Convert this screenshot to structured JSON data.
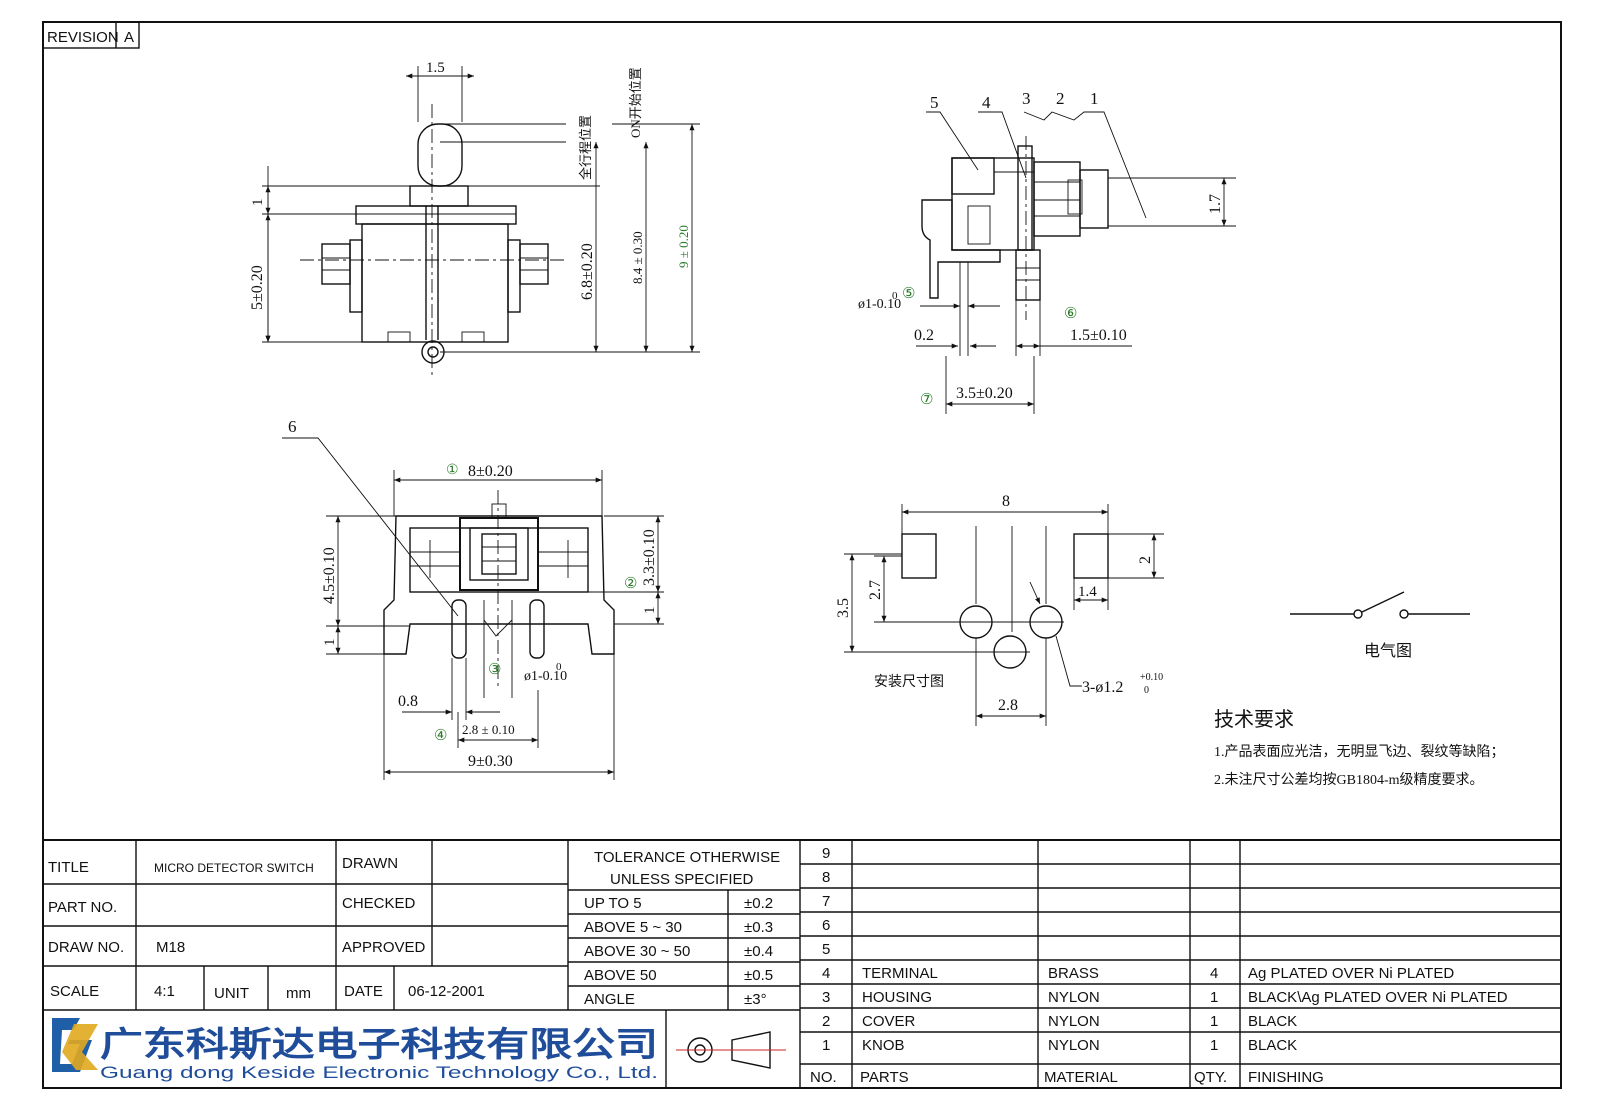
{
  "revision": {
    "label": "REVISION",
    "value": "A"
  },
  "front_view": {
    "dim_top": "1.5",
    "dim_travel": "1",
    "dim_body": "5±0.20",
    "dim_68": "6.8±0.20",
    "dim_84": "8.4 ± 0.30",
    "dim_9": "9 ± 0.20",
    "label_full": "全行程位置",
    "label_on": "ON开始位置"
  },
  "side_view": {
    "callouts": [
      "5",
      "4",
      "3",
      "2",
      "1"
    ],
    "dim_17": "1.7",
    "dim_pin": "ø1-0.10",
    "pin_zero": "0",
    "mark5": "⑤",
    "dim_02": "0.2",
    "mark6": "⑥",
    "dim_15": "1.5±0.10",
    "mark7": "⑦",
    "dim_35": "3.5±0.20"
  },
  "bottom_view": {
    "callout6": "6",
    "mark1": "①",
    "dim_8": "8±0.20",
    "dim_45": "4.5±0.10",
    "dim_33": "3.3±0.10",
    "mark2": "②",
    "dim_1a": "1",
    "dim_1b": "1",
    "mark3": "③",
    "dim_pin": "ø1-0.10",
    "pin_zero": "0",
    "dim_08": "0.8",
    "mark4": "④",
    "dim_28": "2.8 ± 0.10",
    "dim_9": "9±0.30"
  },
  "mount_view": {
    "dim_8": "8",
    "dim_2": "2",
    "dim_27": "2.7",
    "dim_35": "3.5",
    "dim_14": "1.4",
    "dim_holes": "3-ø1.2",
    "hole_tol_plus": "+0.10",
    "hole_tol_zero": "0",
    "dim_28": "2.8",
    "label": "安装尺寸图"
  },
  "schematic": {
    "label": "电气图"
  },
  "tech_notes": {
    "title": "技术要求",
    "lines": [
      "1.产品表面应光洁，无明显飞边、裂纹等缺陷；",
      "2.未注尺寸公差均按GB1804-m级精度要求。"
    ]
  },
  "title_block": {
    "title_label": "TITLE",
    "title_value": "MICRO DETECTOR SWITCH",
    "part_label": "PART NO.",
    "draw_label": "DRAW NO.",
    "draw_value": "M18",
    "scale_label": "SCALE",
    "scale_value": "4:1",
    "unit_label": "UNIT",
    "unit_value": "mm",
    "drawn_label": "DRAWN",
    "checked_label": "CHECKED",
    "approved_label": "APPROVED",
    "date_label": "DATE",
    "date_value": "06-12-2001"
  },
  "tolerance": {
    "header1": "TOLERANCE OTHERWISE",
    "header2": "UNLESS SPECIFIED",
    "rows": [
      {
        "range": "UP TO 5",
        "tol": "±0.2"
      },
      {
        "range": "ABOVE 5 ~ 30",
        "tol": "±0.3"
      },
      {
        "range": "ABOVE 30 ~ 50",
        "tol": "±0.4"
      },
      {
        "range": "ABOVE 50",
        "tol": "±0.5"
      },
      {
        "range": "ANGLE",
        "tol": "±3°"
      }
    ]
  },
  "company": {
    "name_cn": "广东科斯达电子科技有限公司",
    "name_en": "Guang dong Keside Electronic Technology Co., Ltd."
  },
  "bom": {
    "rows": [
      {
        "no": "9",
        "part": "",
        "material": "",
        "qty": "",
        "finish": ""
      },
      {
        "no": "8",
        "part": "",
        "material": "",
        "qty": "",
        "finish": ""
      },
      {
        "no": "7",
        "part": "",
        "material": "",
        "qty": "",
        "finish": ""
      },
      {
        "no": "6",
        "part": "",
        "material": "",
        "qty": "",
        "finish": ""
      },
      {
        "no": "5",
        "part": "",
        "material": "",
        "qty": "",
        "finish": ""
      },
      {
        "no": "4",
        "part": "TERMINAL",
        "material": "BRASS",
        "qty": "4",
        "finish": "Ag PLATED OVER Ni PLATED"
      },
      {
        "no": "3",
        "part": "HOUSING",
        "material": "NYLON",
        "qty": "1",
        "finish": "BLACK\\Ag PLATED OVER Ni PLATED"
      },
      {
        "no": "2",
        "part": "COVER",
        "material": "NYLON",
        "qty": "1",
        "finish": "BLACK"
      },
      {
        "no": "1",
        "part": "KNOB",
        "material": "NYLON",
        "qty": "1",
        "finish": "BLACK"
      }
    ],
    "header": {
      "no": "NO.",
      "part": "PARTS",
      "material": "MATERIAL",
      "qty": "QTY.",
      "finish": "FINISHING"
    }
  }
}
